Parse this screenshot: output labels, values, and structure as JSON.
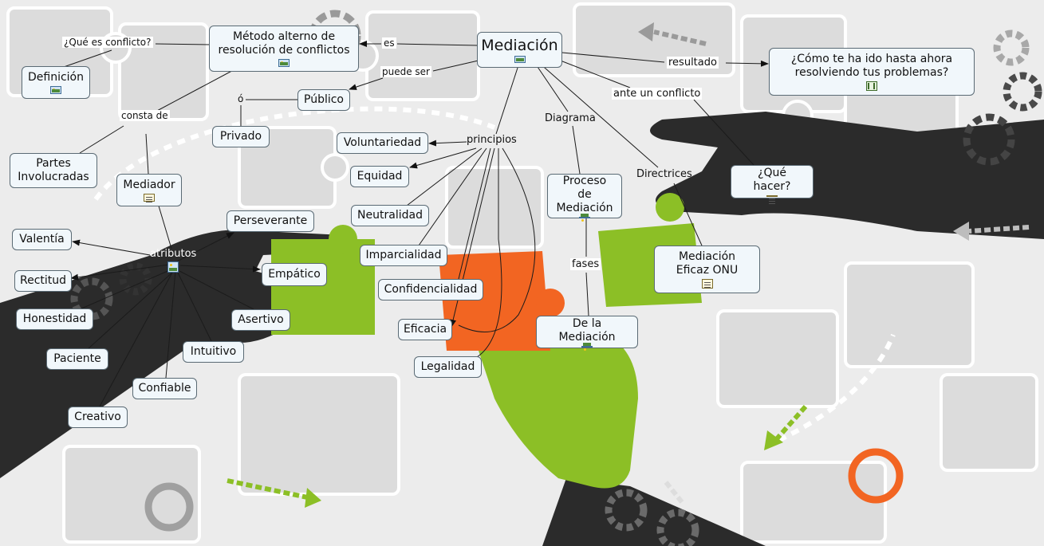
{
  "colors": {
    "background": "#ececec",
    "puzzle_piece": "#dcdcdc",
    "accent_green": "#8cbf26",
    "accent_orange": "#f26522",
    "hand_dark": "#2b2b2b",
    "node_fill": "#f1f7fb",
    "node_border": "#5a6a74"
  },
  "concept_map": {
    "root": {
      "label": "Mediación",
      "icon": "image-icon"
    },
    "nodes": {
      "metodo": {
        "label": "Método alterno de resolución de conflictos",
        "icon": "image-icon"
      },
      "definicion": {
        "label": "Definición",
        "icon": "image-icon"
      },
      "publico": {
        "label": "Público"
      },
      "privado": {
        "label": "Privado"
      },
      "partes": {
        "label": "Partes Involucradas"
      },
      "mediador": {
        "label": "Mediador",
        "icon": "document-icon"
      },
      "perseverante": {
        "label": "Perseverante"
      },
      "valentia": {
        "label": "Valentía"
      },
      "rectitud": {
        "label": "Rectitud"
      },
      "empatico": {
        "label": "Empático"
      },
      "honestidad": {
        "label": "Honestidad"
      },
      "asertivo": {
        "label": "Asertivo"
      },
      "paciente": {
        "label": "Paciente"
      },
      "intuitivo": {
        "label": "Intuitivo"
      },
      "confiable": {
        "label": "Confiable"
      },
      "creativo": {
        "label": "Creativo"
      },
      "voluntariedad": {
        "label": "Voluntariedad"
      },
      "equidad": {
        "label": "Equidad"
      },
      "neutralidad": {
        "label": "Neutralidad"
      },
      "imparcialidad": {
        "label": "Imparcialidad"
      },
      "confidencialidad": {
        "label": "Confidencialidad"
      },
      "eficacia": {
        "label": "Eficacia"
      },
      "legalidad": {
        "label": "Legalidad"
      },
      "proceso": {
        "label": "Proceso de Mediación",
        "icon": "image-icon"
      },
      "delamediacion": {
        "label": "De la Mediación",
        "icon": "image-icon"
      },
      "comoteha": {
        "label": "¿Cómo te ha ido hasta ahora resolviendo tus problemas?",
        "icon": "video-icon"
      },
      "quehacer": {
        "label": "¿Qué hacer?",
        "icon": "document-icon"
      },
      "onu": {
        "label": "Mediación Eficaz ONU",
        "icon": "document-icon"
      }
    },
    "link_labels": {
      "es": "es",
      "que_es_conflicto": "¿Qué es conflicto?",
      "puede_ser": "puede ser",
      "o": "ó",
      "consta_de": "consta de",
      "atributos": "atributos",
      "resultado": "resultado",
      "ante_un_conflicto": "ante un conflicto",
      "diagrama": "Diagrama",
      "principios": "principios",
      "directrices": "Directrices",
      "fases": "fases"
    }
  }
}
